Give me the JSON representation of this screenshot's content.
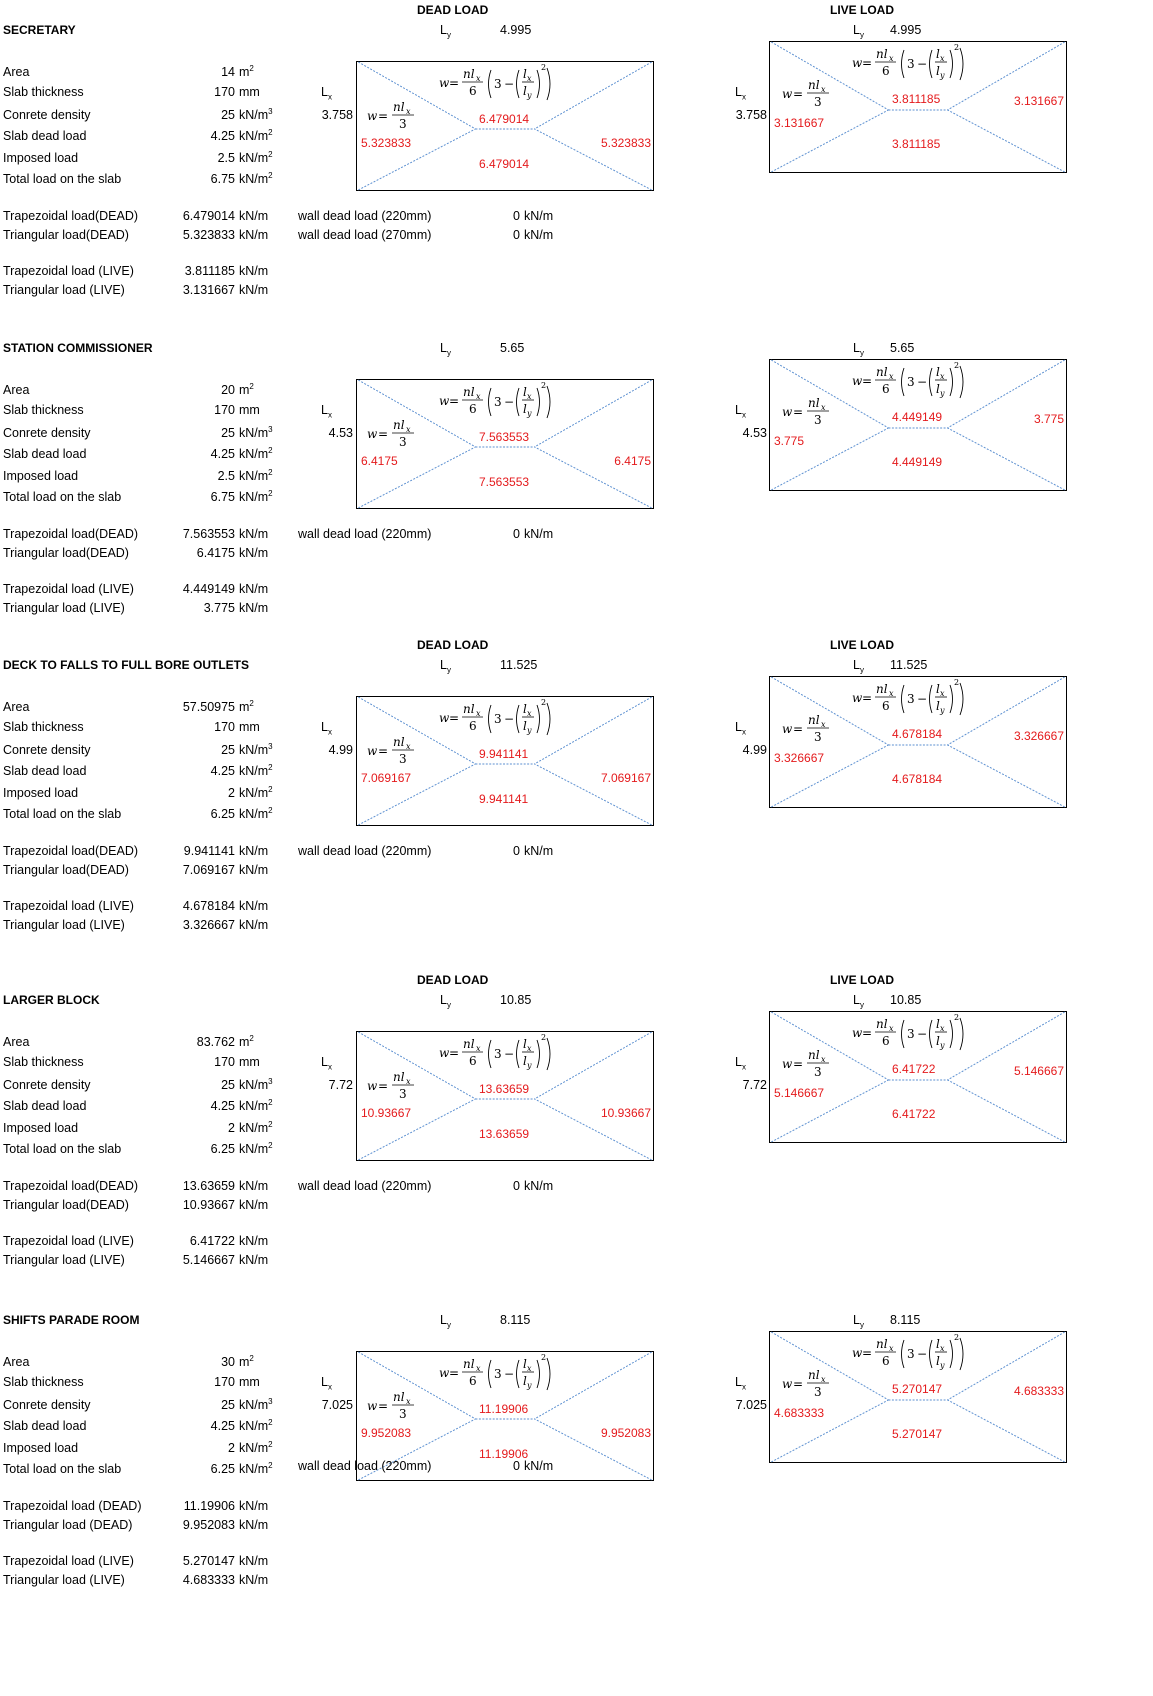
{
  "labels": {
    "dead_load": "DEAD LOAD",
    "live_load": "LIVE LOAD",
    "ly": "L",
    "ly_sub": "y",
    "lx": "L",
    "lx_sub": "x",
    "area": "Area",
    "slab_thickness": "Slab thickness",
    "concrete_density": "Conrete density",
    "slab_dead_load": "Slab dead load",
    "imposed_load": "Imposed load",
    "total_load": "Total load on the slab",
    "unit_m2": "m",
    "unit_mm": "mm",
    "unit_kn_m3": "kN/m",
    "unit_kn_m2": "kN/m",
    "unit_kn_m": "kN/m",
    "wall_220": "wall dead load (220mm)",
    "wall_270": "wall dead load (270mm)"
  },
  "colors": {
    "diagonal": "#5b8fd0",
    "value_red": "#e41a1c"
  },
  "sections": [
    {
      "title": "SECRETARY",
      "area": "14",
      "slab_thickness": "170",
      "density": "25",
      "slab_dead": "4.25",
      "imposed": "2.5",
      "total": "6.75",
      "trap_dead_label": "Trapezoidal load(DEAD)",
      "tri_dead_label": "Triangular load(DEAD)",
      "trap_live_label": "Trapezoidal load (LIVE)",
      "tri_live_label": "Triangular load (LIVE)",
      "trap_dead": "6.479014",
      "tri_dead": "5.323833",
      "trap_live": "3.811185",
      "tri_live": "3.131667",
      "wall_220_value": "0",
      "wall_270_value": "0",
      "ly": "4.995",
      "lx": "3.758"
    },
    {
      "title": "STATION COMMISSIONER",
      "area": "20",
      "slab_thickness": "170",
      "density": "25",
      "slab_dead": "4.25",
      "imposed": "2.5",
      "total": "6.75",
      "trap_dead_label": "Trapezoidal load(DEAD)",
      "tri_dead_label": "Triangular load(DEAD)",
      "trap_live_label": "Trapezoidal load (LIVE)",
      "tri_live_label": "Triangular load (LIVE)",
      "trap_dead": "7.563553",
      "tri_dead": "6.4175",
      "trap_live": "4.449149",
      "tri_live": "3.775",
      "wall_220_value": "0",
      "ly": "5.65",
      "lx": "4.53"
    },
    {
      "title": "DECK TO FALLS TO FULL BORE OUTLETS",
      "area": "57.50975",
      "slab_thickness": "170",
      "density": "25",
      "slab_dead": "4.25",
      "imposed": "2",
      "total": "6.25",
      "trap_dead_label": "Trapezoidal load(DEAD)",
      "tri_dead_label": "Triangular load(DEAD)",
      "trap_live_label": "Trapezoidal load (LIVE)",
      "tri_live_label": "Triangular load (LIVE)",
      "trap_dead": "9.941141",
      "tri_dead": "7.069167",
      "trap_live": "4.678184",
      "tri_live": "3.326667",
      "wall_220_value": "0",
      "ly": "11.525",
      "lx": "4.99"
    },
    {
      "title": "LARGER BLOCK",
      "area": "83.762",
      "slab_thickness": "170",
      "density": "25",
      "slab_dead": "4.25",
      "imposed": "2",
      "total": "6.25",
      "trap_dead_label": "Trapezoidal load(DEAD)",
      "tri_dead_label": "Triangular load(DEAD)",
      "trap_live_label": "Trapezoidal load (LIVE)",
      "tri_live_label": "Triangular load (LIVE)",
      "trap_dead": "13.63659",
      "tri_dead": "10.93667",
      "trap_live": "6.41722",
      "tri_live": "5.146667",
      "wall_220_value": "0",
      "ly": "10.85",
      "lx": "7.72"
    },
    {
      "title": "SHIFTS PARADE ROOM",
      "area": "30",
      "slab_thickness": "170",
      "density": "25",
      "slab_dead": "4.25",
      "imposed": "2",
      "total": "6.25",
      "trap_dead_label": "Trapezoidal load (DEAD)",
      "tri_dead_label": "Triangular load (DEAD)",
      "trap_live_label": "Trapezoidal load (LIVE)",
      "tri_live_label": "Triangular load (LIVE)",
      "trap_dead": "11.19906",
      "tri_dead": "9.952083",
      "trap_live": "5.270147",
      "tri_live": "4.683333",
      "wall_220_value": "0",
      "ly": "8.115",
      "lx": "7.025"
    }
  ]
}
